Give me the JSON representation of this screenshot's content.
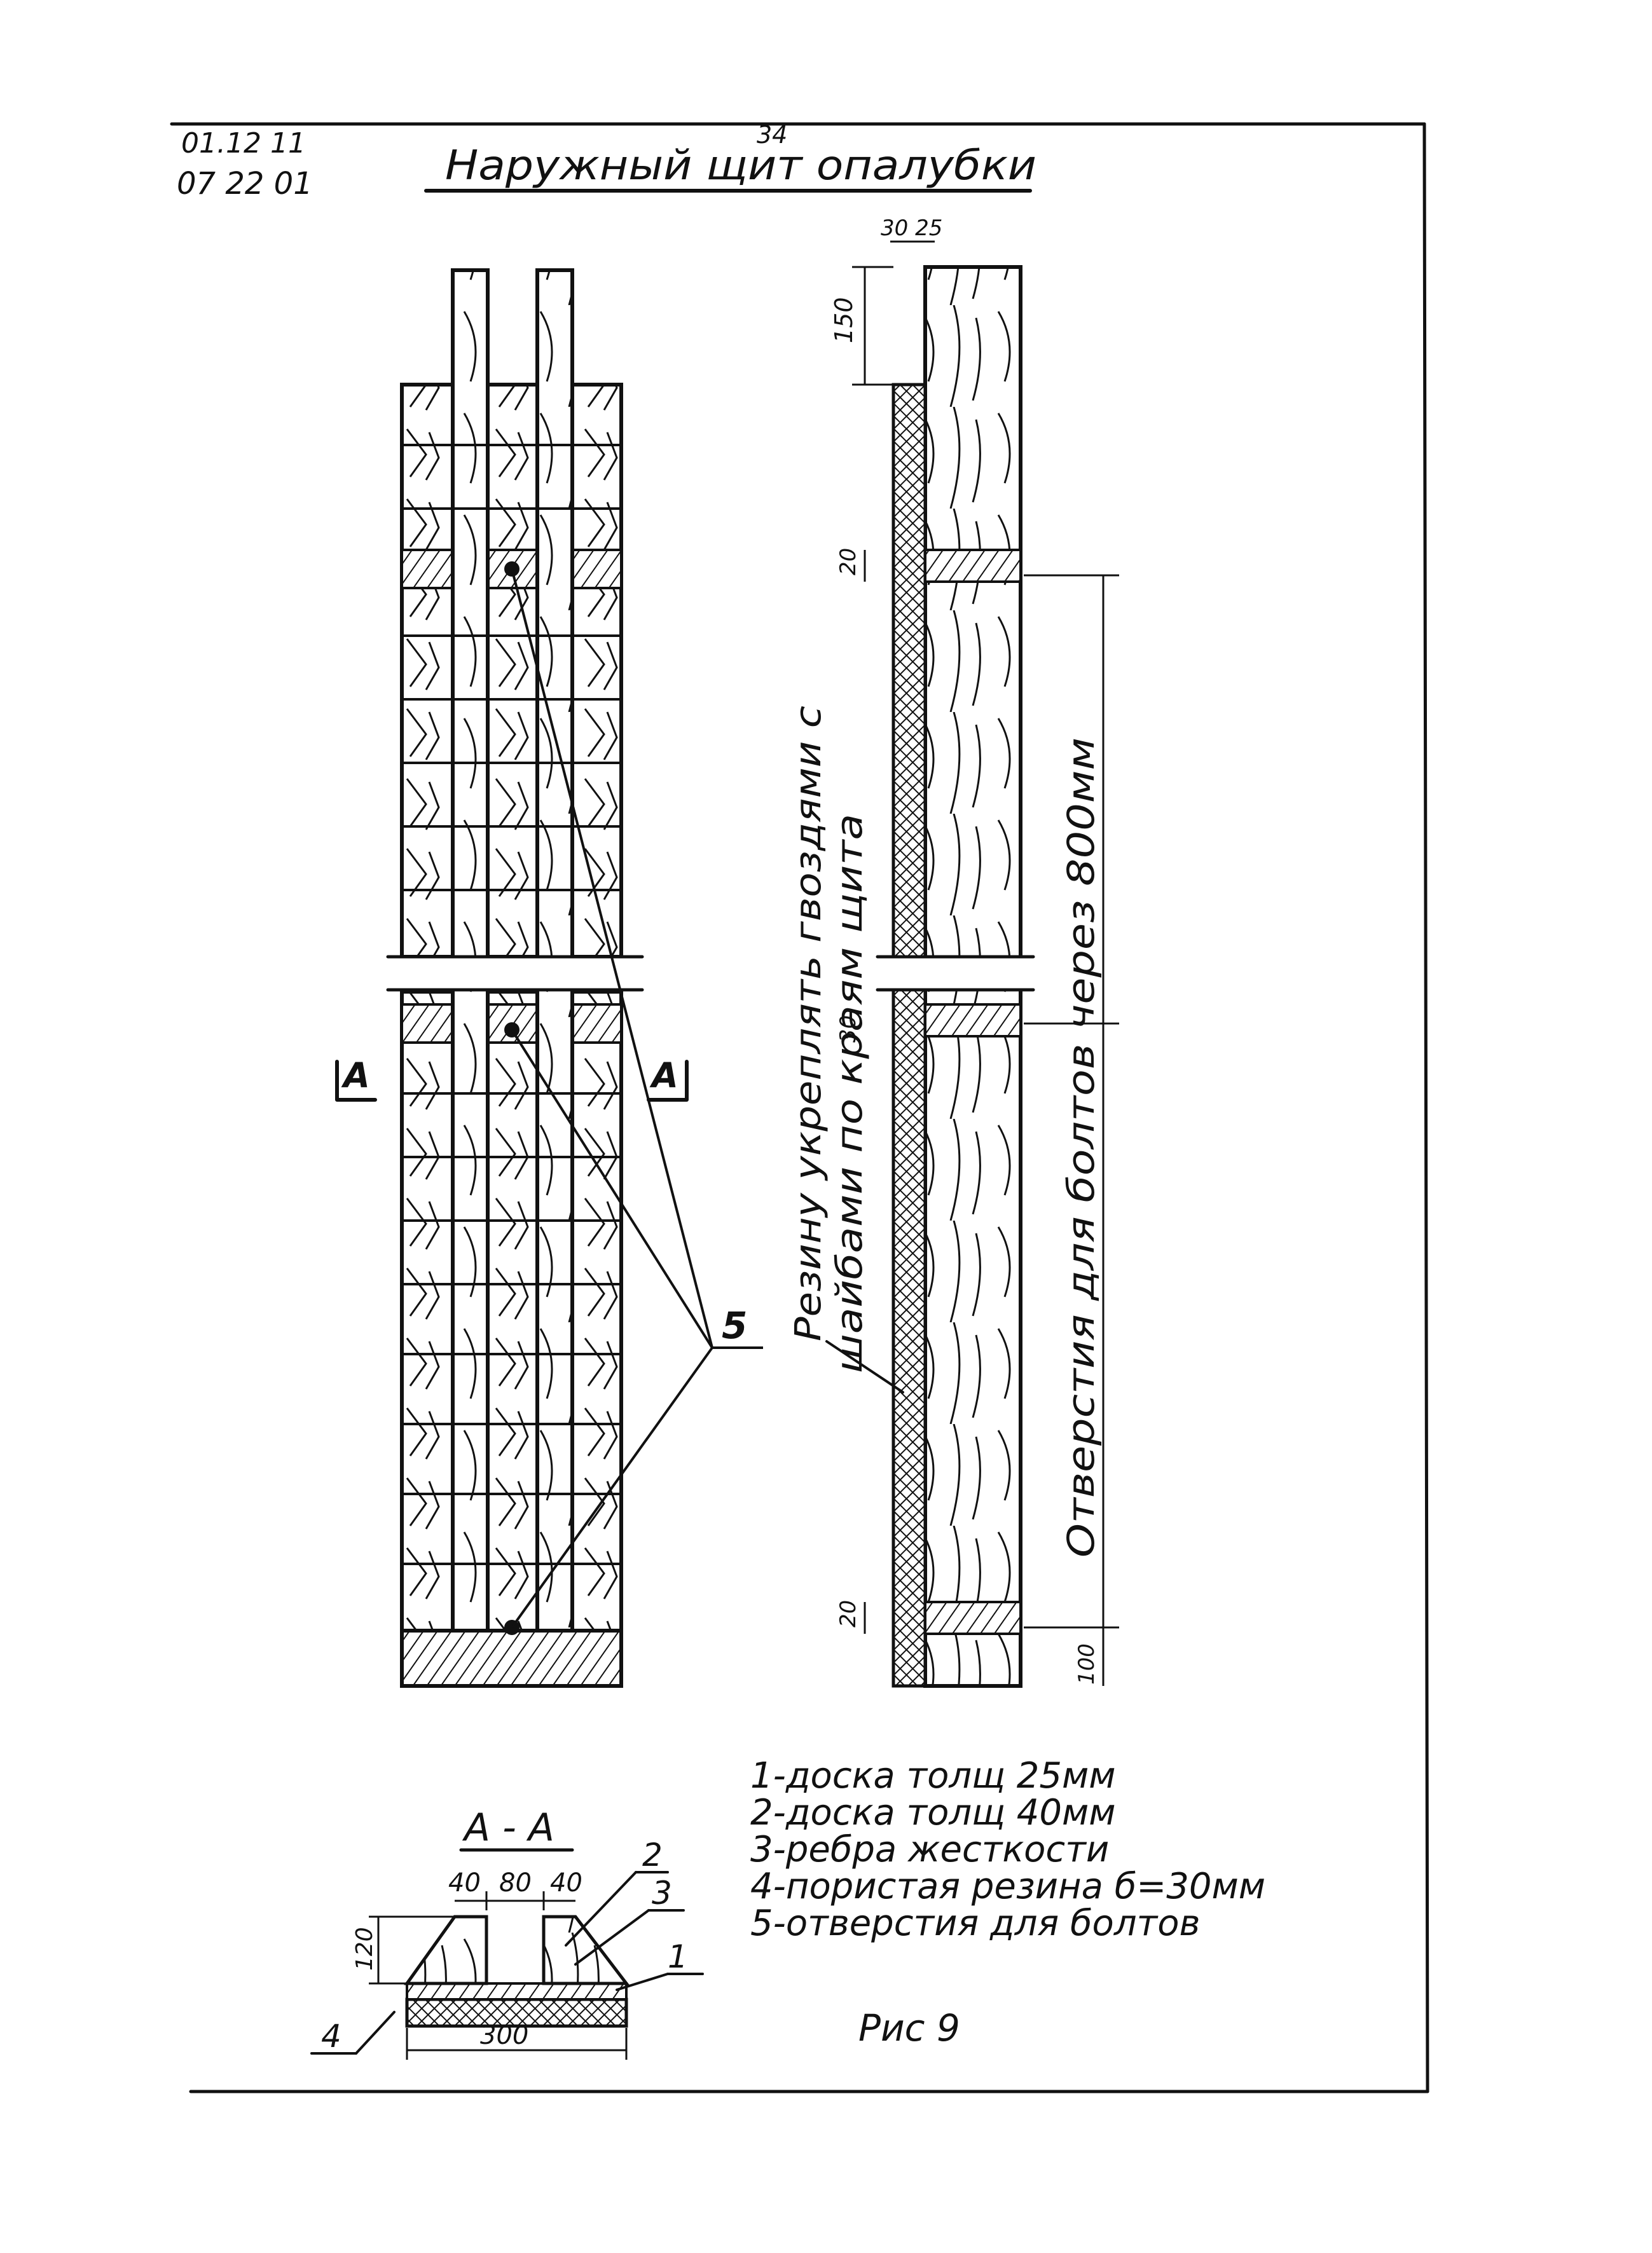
{
  "header": {
    "code_line1": "01.12 11",
    "code_line2": "07 22 01",
    "title": "Наружный щит опалубки",
    "page_number": "34"
  },
  "front_view": {
    "section_mark_left": "A",
    "section_mark_right": "A",
    "callout": "5"
  },
  "side_view": {
    "dims": {
      "top_widths": "30 25",
      "top_height": "150",
      "gap_top": "20",
      "gap_mid": "30",
      "gap_bottom": "20",
      "bottom": "100"
    },
    "note_rubber_line1": "Резину укреплять гвоздями с",
    "note_rubber_line2": "шайбами по краям щита",
    "note_holes": "Отверстия для болтов через 800мм"
  },
  "section_aa": {
    "title": "А - А",
    "dim_left": "40",
    "dim_mid": "80",
    "dim_right": "40",
    "dim_height": "120",
    "dim_width": "300",
    "callouts": [
      "2",
      "3",
      "1",
      "4"
    ]
  },
  "legend": [
    "1-доска толщ 25мм",
    "2-доска толщ 40мм",
    "3-ребра жесткости",
    "4-пористая резина б=30мм",
    "5-отверстия для болтов"
  ],
  "figure_label": "Рис 9"
}
